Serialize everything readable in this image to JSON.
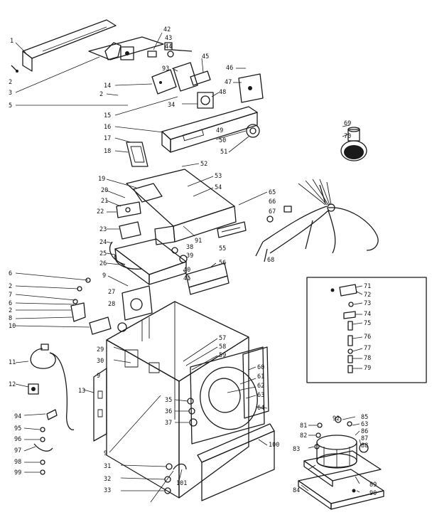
{
  "callouts": [
    {
      "id": "c1",
      "text": "1"
    },
    {
      "id": "c2a",
      "text": "2"
    },
    {
      "id": "c3",
      "text": "3"
    },
    {
      "id": "c2b",
      "text": "2"
    },
    {
      "id": "c5",
      "text": "5"
    },
    {
      "id": "c14",
      "text": "14"
    },
    {
      "id": "c15",
      "text": "15"
    },
    {
      "id": "c16",
      "text": "16"
    },
    {
      "id": "c17",
      "text": "17"
    },
    {
      "id": "c18",
      "text": "18"
    },
    {
      "id": "c42",
      "text": "42"
    },
    {
      "id": "c43",
      "text": "43"
    },
    {
      "id": "c44",
      "text": "44"
    },
    {
      "id": "c93",
      "text": "93"
    },
    {
      "id": "c45",
      "text": "45"
    },
    {
      "id": "c46",
      "text": "46"
    },
    {
      "id": "c47",
      "text": "47"
    },
    {
      "id": "c48",
      "text": "48"
    },
    {
      "id": "c34",
      "text": "34"
    },
    {
      "id": "c49",
      "text": "49"
    },
    {
      "id": "c50",
      "text": "50"
    },
    {
      "id": "c51",
      "text": "51"
    },
    {
      "id": "c69",
      "text": "69"
    },
    {
      "id": "c70",
      "text": "70"
    },
    {
      "id": "c19",
      "text": "19"
    },
    {
      "id": "c20",
      "text": "20"
    },
    {
      "id": "c21",
      "text": "21"
    },
    {
      "id": "c22",
      "text": "22"
    },
    {
      "id": "c23",
      "text": "23"
    },
    {
      "id": "c24",
      "text": "24"
    },
    {
      "id": "c25",
      "text": "25"
    },
    {
      "id": "c26",
      "text": "26"
    },
    {
      "id": "c52",
      "text": "52"
    },
    {
      "id": "c53",
      "text": "53"
    },
    {
      "id": "c54",
      "text": "54"
    },
    {
      "id": "c91",
      "text": "91"
    },
    {
      "id": "c55",
      "text": "55"
    },
    {
      "id": "c38",
      "text": "38"
    },
    {
      "id": "c39",
      "text": "39"
    },
    {
      "id": "c56",
      "text": "56"
    },
    {
      "id": "c40",
      "text": "40"
    },
    {
      "id": "c41",
      "text": "41"
    },
    {
      "id": "c65",
      "text": "65"
    },
    {
      "id": "c66",
      "text": "66"
    },
    {
      "id": "c67",
      "text": "67"
    },
    {
      "id": "c68",
      "text": "68"
    },
    {
      "id": "c6a",
      "text": "6"
    },
    {
      "id": "c9a",
      "text": "9"
    },
    {
      "id": "c2c",
      "text": "2"
    },
    {
      "id": "c7",
      "text": "7"
    },
    {
      "id": "c6b",
      "text": "6"
    },
    {
      "id": "c2d",
      "text": "2"
    },
    {
      "id": "c8",
      "text": "8"
    },
    {
      "id": "c10",
      "text": "10"
    },
    {
      "id": "c27",
      "text": "27"
    },
    {
      "id": "c28",
      "text": "28"
    },
    {
      "id": "c29",
      "text": "29"
    },
    {
      "id": "c30",
      "text": "30"
    },
    {
      "id": "c9b",
      "text": "9"
    },
    {
      "id": "c11",
      "text": "11"
    },
    {
      "id": "c12",
      "text": "12"
    },
    {
      "id": "c13",
      "text": "13"
    },
    {
      "id": "c94",
      "text": "94"
    },
    {
      "id": "c95",
      "text": "95"
    },
    {
      "id": "c96",
      "text": "96"
    },
    {
      "id": "c97",
      "text": "97"
    },
    {
      "id": "c98",
      "text": "98"
    },
    {
      "id": "c99",
      "text": "99"
    },
    {
      "id": "c9c",
      "text": "9"
    },
    {
      "id": "c31",
      "text": "31"
    },
    {
      "id": "c32",
      "text": "32"
    },
    {
      "id": "c33",
      "text": "33"
    },
    {
      "id": "c101",
      "text": "101"
    },
    {
      "id": "c57",
      "text": "57"
    },
    {
      "id": "c58",
      "text": "58"
    },
    {
      "id": "c59",
      "text": "59"
    },
    {
      "id": "c60",
      "text": "60"
    },
    {
      "id": "c61",
      "text": "61"
    },
    {
      "id": "c62",
      "text": "62"
    },
    {
      "id": "c63a",
      "text": "63"
    },
    {
      "id": "c64",
      "text": "64"
    },
    {
      "id": "c35",
      "text": "35"
    },
    {
      "id": "c36",
      "text": "36"
    },
    {
      "id": "c37",
      "text": "37"
    },
    {
      "id": "c100",
      "text": "100"
    },
    {
      "id": "c71",
      "text": "71"
    },
    {
      "id": "c72",
      "text": "72"
    },
    {
      "id": "c73",
      "text": "73"
    },
    {
      "id": "c74",
      "text": "74"
    },
    {
      "id": "c75",
      "text": "75"
    },
    {
      "id": "c76",
      "text": "76"
    },
    {
      "id": "c77",
      "text": "77"
    },
    {
      "id": "c78",
      "text": "78"
    },
    {
      "id": "c79",
      "text": "79"
    },
    {
      "id": "c81",
      "text": "81"
    },
    {
      "id": "c82",
      "text": "82"
    },
    {
      "id": "c92",
      "text": "92"
    },
    {
      "id": "c85",
      "text": "85"
    },
    {
      "id": "c63b",
      "text": "63"
    },
    {
      "id": "c86",
      "text": "86"
    },
    {
      "id": "c87",
      "text": "87"
    },
    {
      "id": "c88",
      "text": "88"
    },
    {
      "id": "c83",
      "text": "83"
    },
    {
      "id": "c89",
      "text": "89"
    },
    {
      "id": "c84",
      "text": "84"
    },
    {
      "id": "c90",
      "text": "90"
    }
  ]
}
